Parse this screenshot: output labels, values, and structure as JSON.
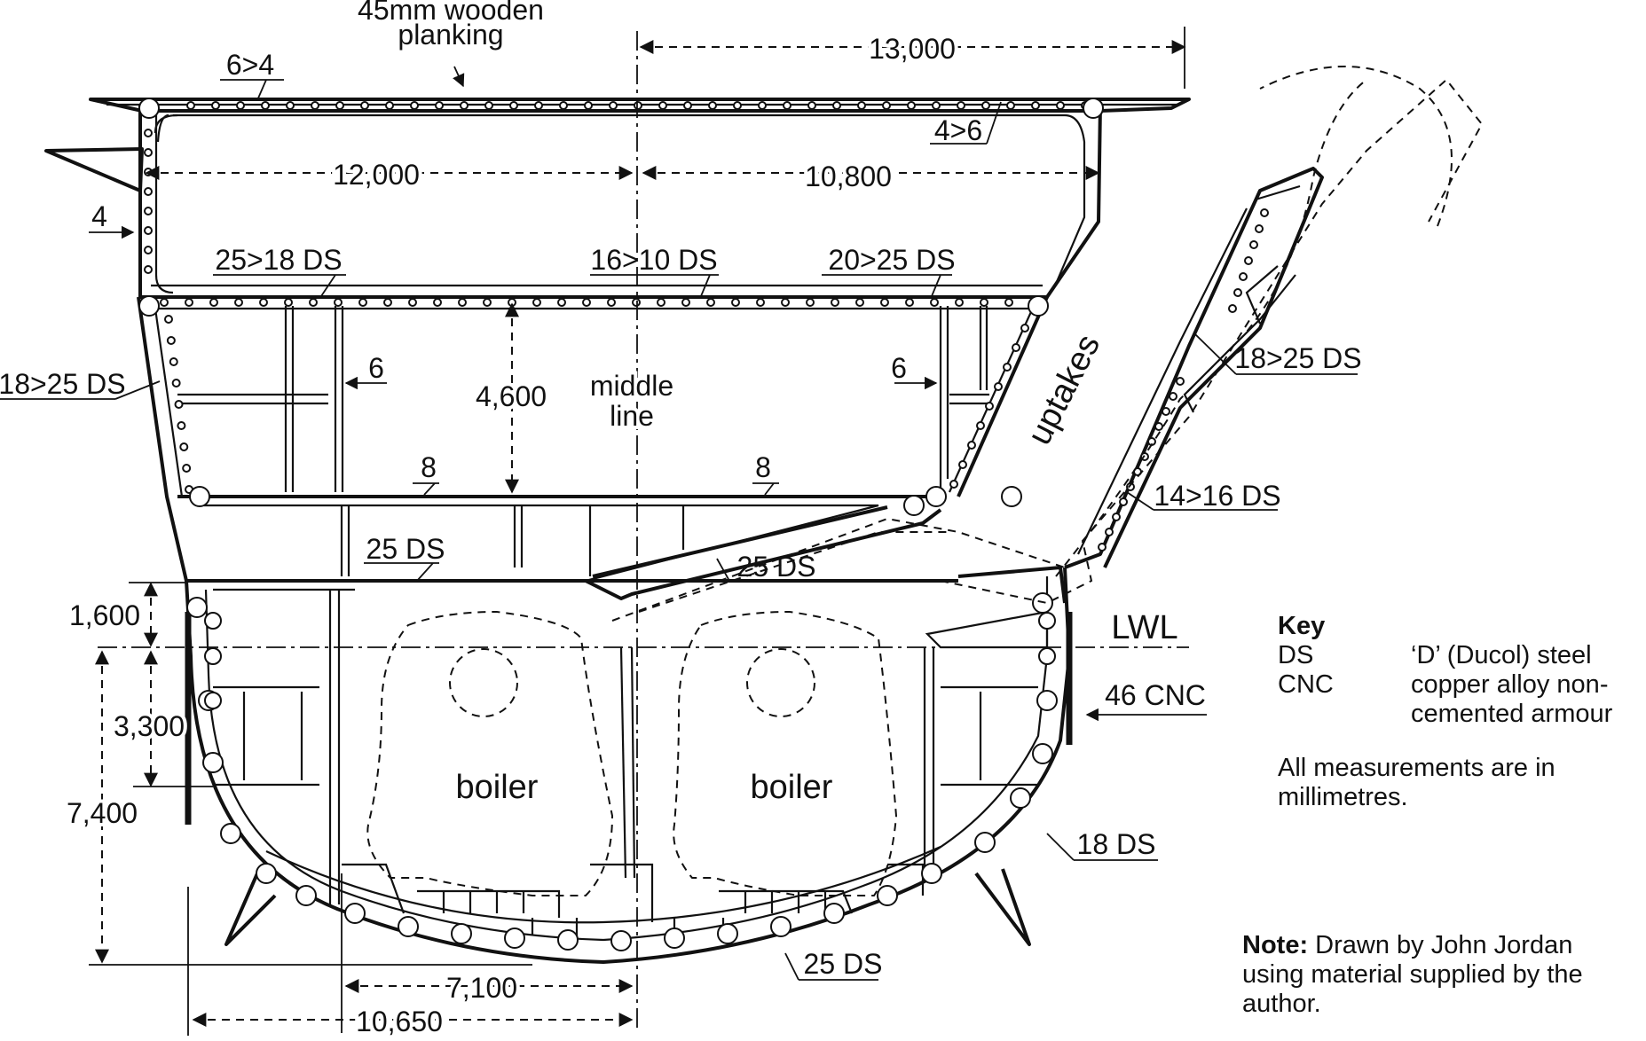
{
  "planking_note": [
    "45mm wooden",
    "planking"
  ],
  "dimensions": {
    "upper_half_width": "13,000",
    "inner_left": "12,000",
    "inner_right": "10,800",
    "deck_height": "4,600",
    "lwl_to_deck": "1,600",
    "lwl_to_armour": "3,300",
    "draught": "7,400",
    "boiler_bay": "7,100",
    "lower_half_width": "10,650"
  },
  "plate_labels": {
    "top_left": "6>4",
    "top_right": "4>6",
    "side_upper": "4",
    "deck_left": "25>18 DS",
    "deck_mid": "16>10 DS",
    "deck_right": "20>25 DS",
    "side_left": "18>25 DS",
    "bulkhead_left": "6",
    "bulkhead_right": "6",
    "platform_left": "8",
    "platform_right": "8",
    "uptake_plate": "18>25 DS",
    "uptake_lower": "14>16 DS",
    "armour_deck_left": "25 DS",
    "armour_deck_slope": "25 DS",
    "belt": "46 CNC",
    "bilge": "18 DS",
    "keel": "25 DS"
  },
  "centre_line": [
    "middle",
    "line"
  ],
  "lwl": "LWL",
  "uptakes": "uptakes",
  "boilers": [
    "boiler",
    "boiler"
  ],
  "key": {
    "title": "Key",
    "rows": [
      {
        "abbr": "DS",
        "meaning": [
          "‘D’ (Ducol) steel"
        ]
      },
      {
        "abbr": "CNC",
        "meaning": [
          "copper alloy non-",
          "cemented armour"
        ]
      }
    ],
    "units_note": [
      "All measurements are in",
      "millimetres."
    ]
  },
  "note": {
    "label": "Note:",
    "lines": [
      "Drawn by John Jordan",
      "using material supplied by the",
      "author."
    ]
  }
}
